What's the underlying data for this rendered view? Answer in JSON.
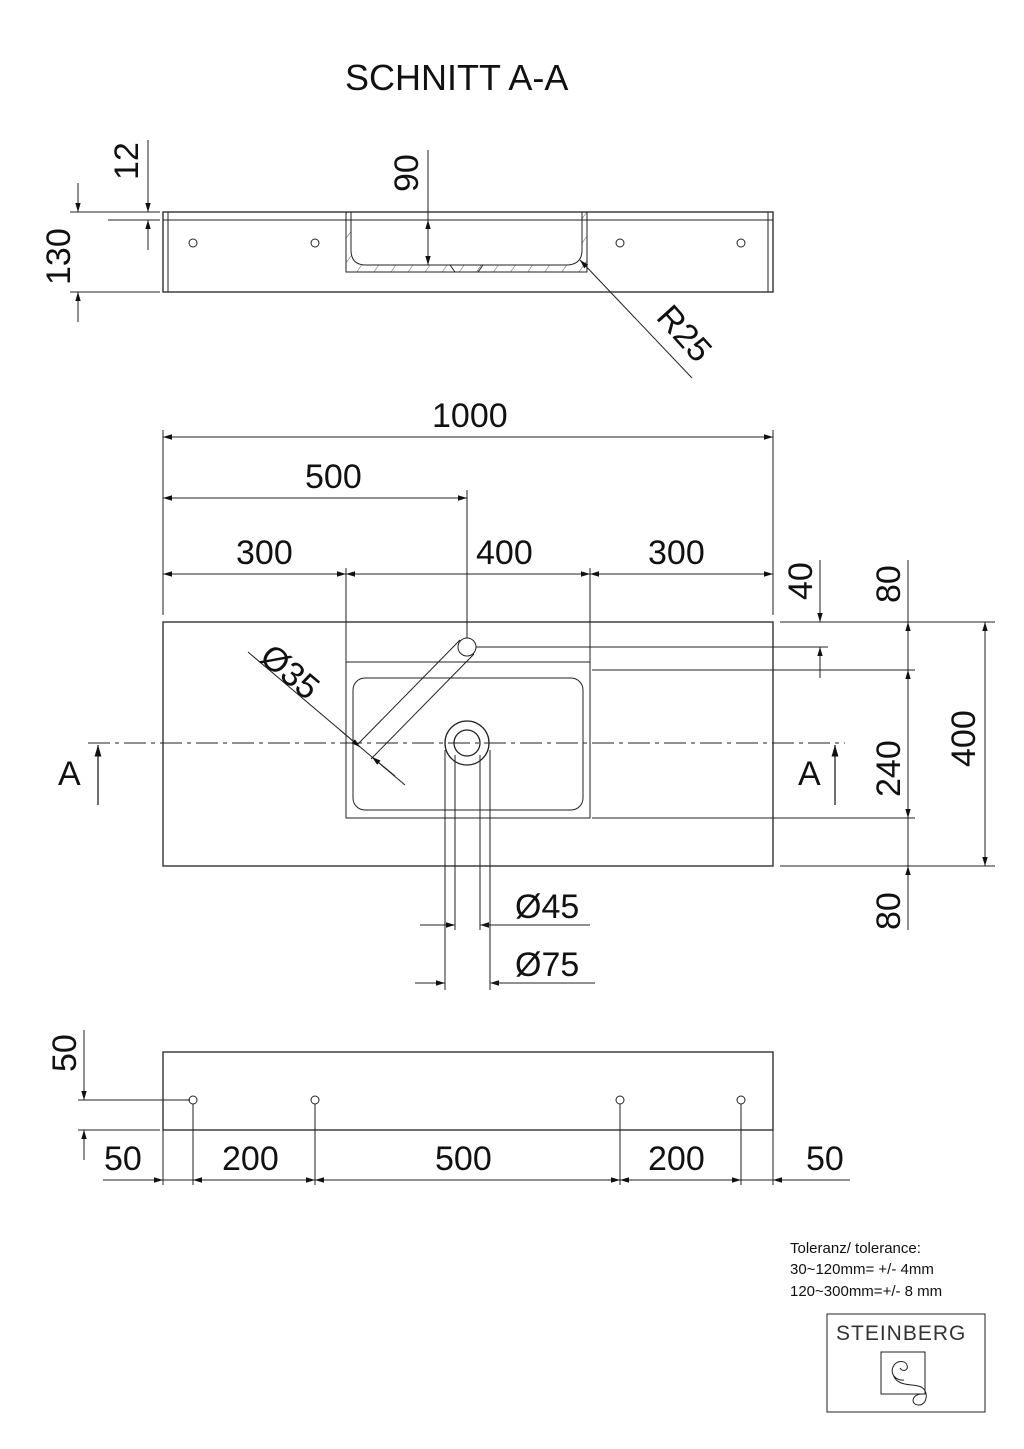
{
  "title": "SCHNITT A-A",
  "section": {
    "dims": {
      "height": "130",
      "top": "12",
      "depth": "90",
      "radius": "R25"
    }
  },
  "plan": {
    "dims": {
      "total_width": "1000",
      "tap_offset": "500",
      "left": "300",
      "basin": "400",
      "right": "300",
      "tap_from_edge": "40",
      "top_margin": "80",
      "basin_depth": "240",
      "bottom_margin": "80",
      "total_depth": "400",
      "tap_hole": "Ø35",
      "drain_inner": "Ø45",
      "drain_outer": "Ø75"
    },
    "section_marker": "A"
  },
  "side": {
    "dims": {
      "hole_height": "50",
      "spacing": [
        "50",
        "200",
        "500",
        "200",
        "50"
      ]
    }
  },
  "tolerance": {
    "heading": "Toleranz/ tolerance:",
    "lines": [
      "30~120mm= +/- 4mm",
      "120~300mm=+/- 8 mm"
    ]
  },
  "logo": {
    "brand": "STEINBERG"
  },
  "colors": {
    "line": "#222222",
    "background": "#ffffff"
  }
}
